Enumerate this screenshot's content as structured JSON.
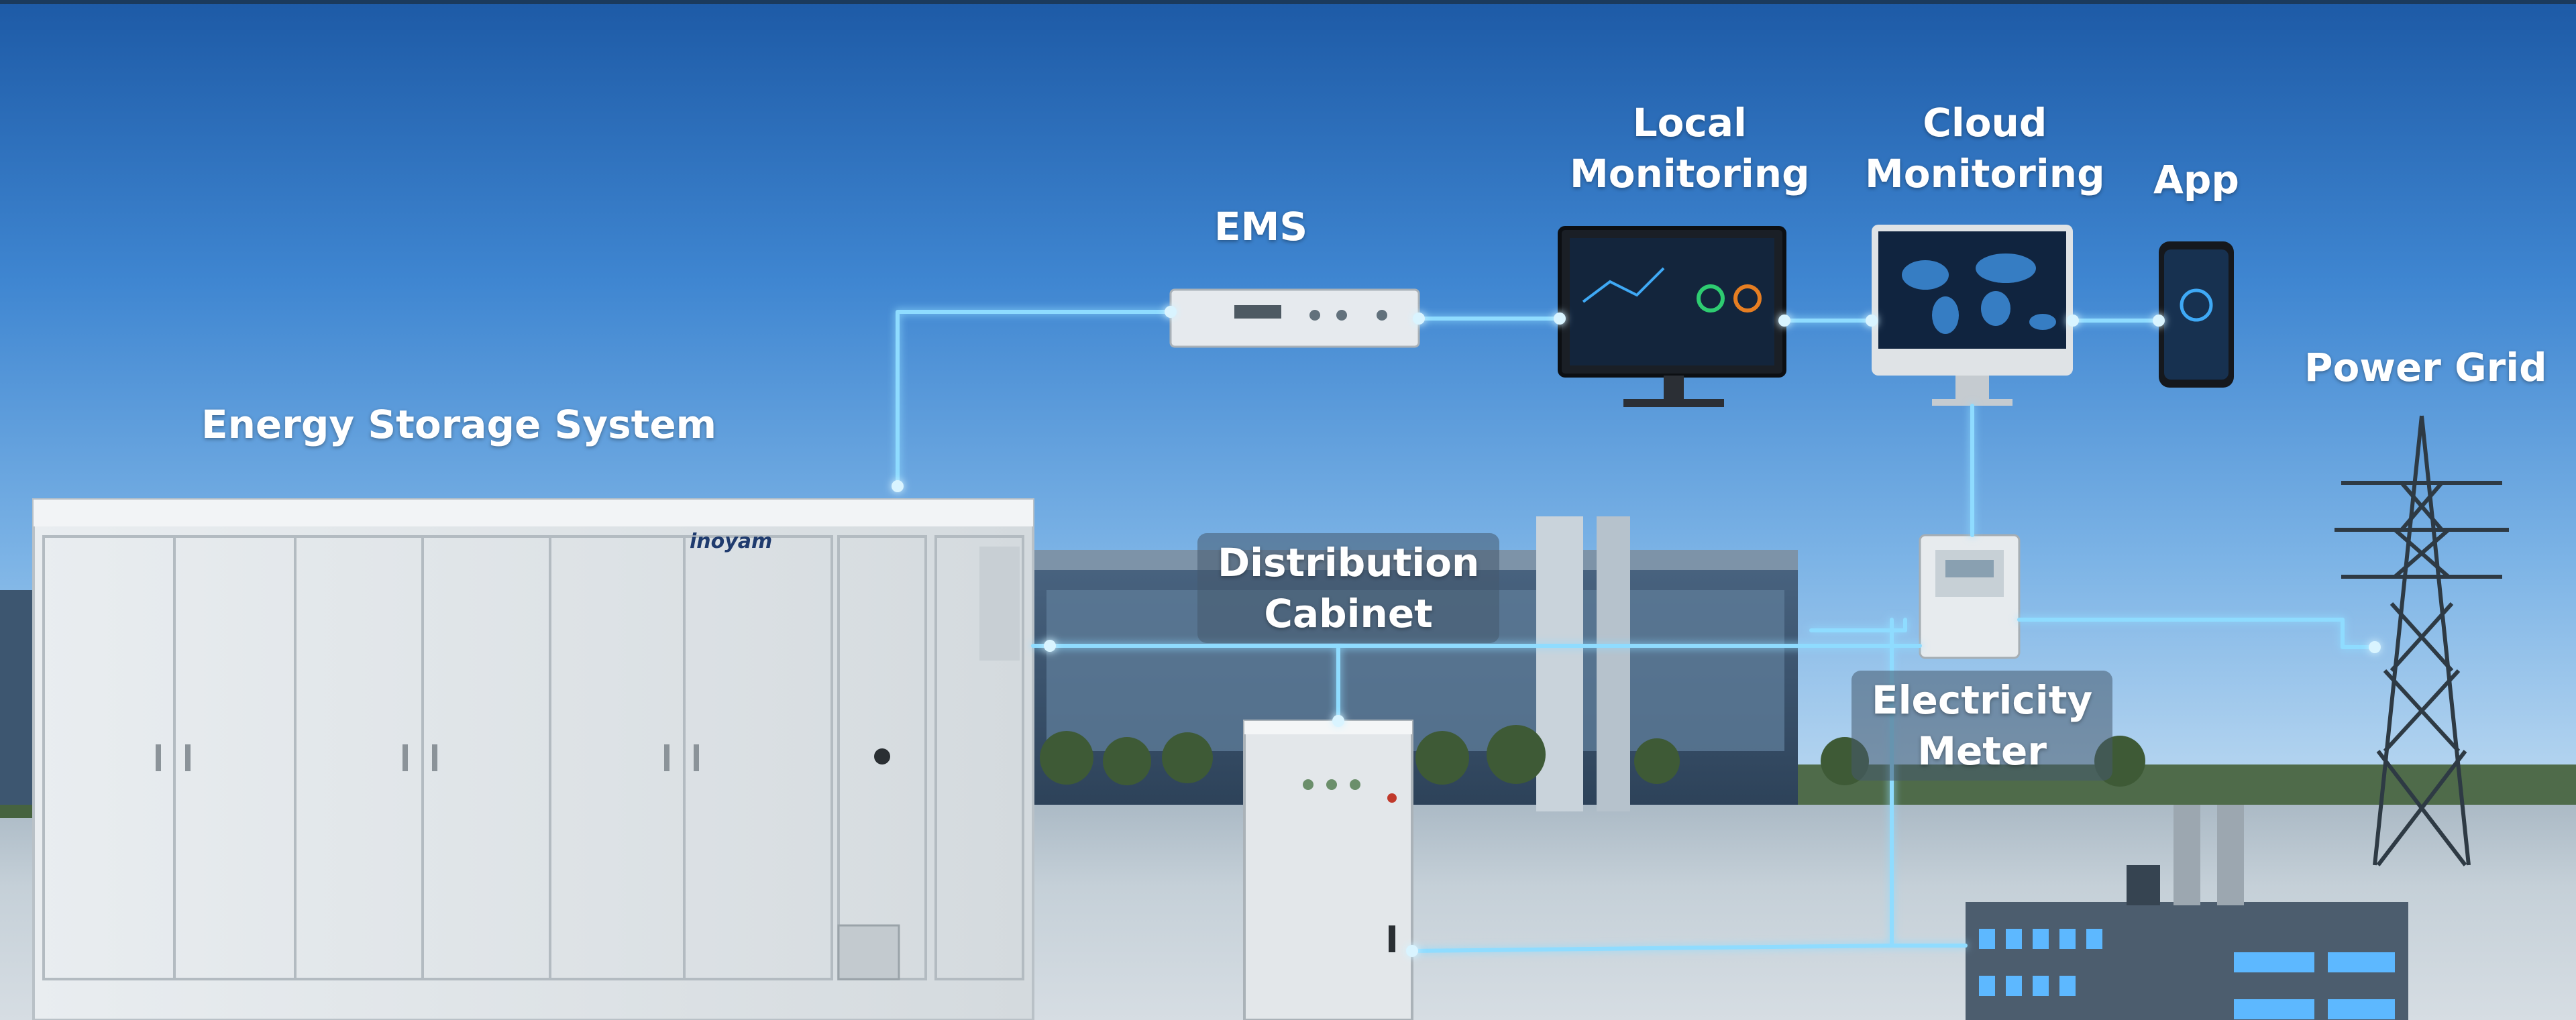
{
  "labels": {
    "energy_storage": "Energy Storage System",
    "ems": "EMS",
    "local_monitoring_1": "Local",
    "local_monitoring_2": "Monitoring",
    "cloud_monitoring_1": "Cloud",
    "cloud_monitoring_2": "Monitoring",
    "app": "App",
    "power_grid": "Power Grid",
    "distribution_1": "Distribution",
    "distribution_2": "Cabinet",
    "meter_1": "Electricity",
    "meter_2": "Meter"
  },
  "container_brand": "inoyam",
  "colors": {
    "connection": "#6fd0ff",
    "sky_top": "#1d5aa6",
    "sky_bottom": "#bcd9f1"
  }
}
